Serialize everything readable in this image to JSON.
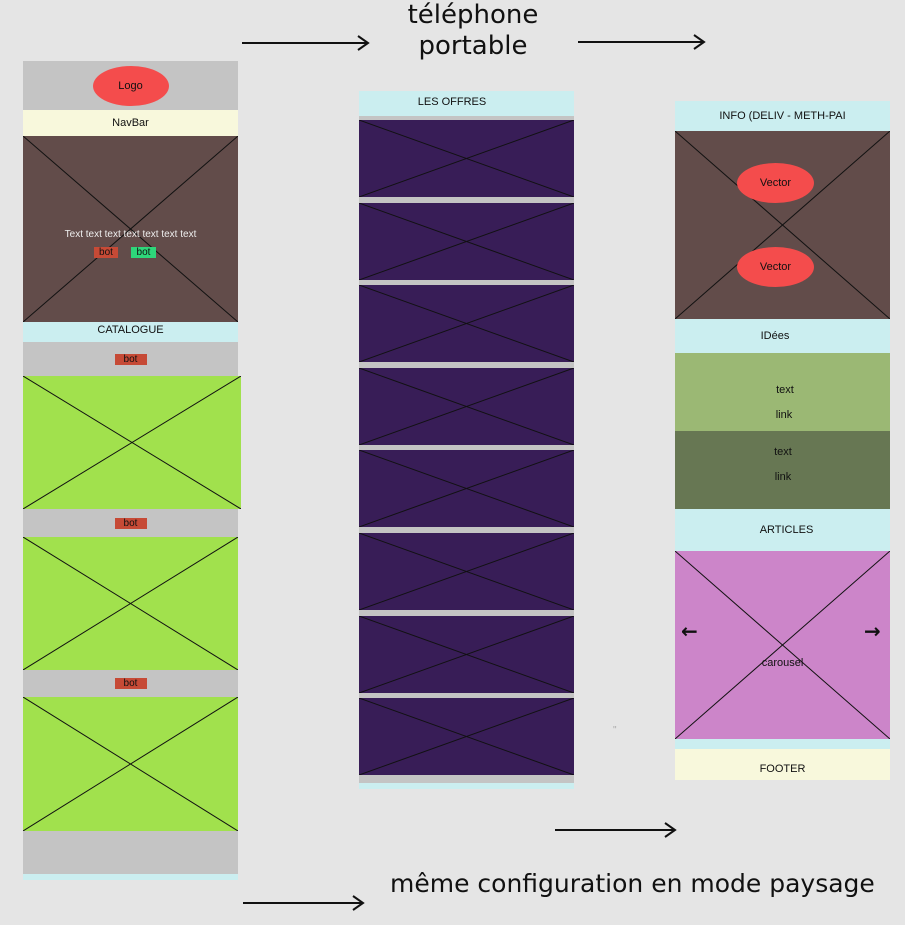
{
  "heading": {
    "line1": "téléphone",
    "line2": "portable",
    "footer_note": "même configuration en mode paysage"
  },
  "col1": {
    "logo": "Logo",
    "navbar": "NavBar",
    "hero_text": "Text text text text text text text",
    "hero_btn1": "bot",
    "hero_btn2": "bot",
    "catalogue": "CATALOGUE",
    "section_btns": [
      "bot",
      "bot",
      "bot"
    ]
  },
  "col2": {
    "offers_label": "LES OFFRES",
    "offer_count": 8
  },
  "col3": {
    "info": "INFO (DELIV - METH-PAI",
    "vector1": "Vector",
    "vector2": "Vector",
    "idees": "IDées",
    "block1_text": "text",
    "block1_link": "link",
    "block2_text": "text",
    "block2_link": "link",
    "articles": "ARTICLES",
    "carousel": "carousel",
    "prev_arrow": "←",
    "next_arrow": "→",
    "footer": "FOOTER",
    "mark": "\""
  },
  "colors": {
    "gray": "#c4c4c4",
    "cream": "#f8f8dc",
    "cyan": "#cbeef0",
    "brown": "#624c4a",
    "lime": "#a1e14d",
    "purple": "#381d57",
    "olive_light": "#9bb874",
    "olive_dark": "#677753",
    "pink": "#cc85c9",
    "red": "#f44c4c",
    "btn_red": "#c64a36",
    "btn_green": "#2ed67a"
  }
}
